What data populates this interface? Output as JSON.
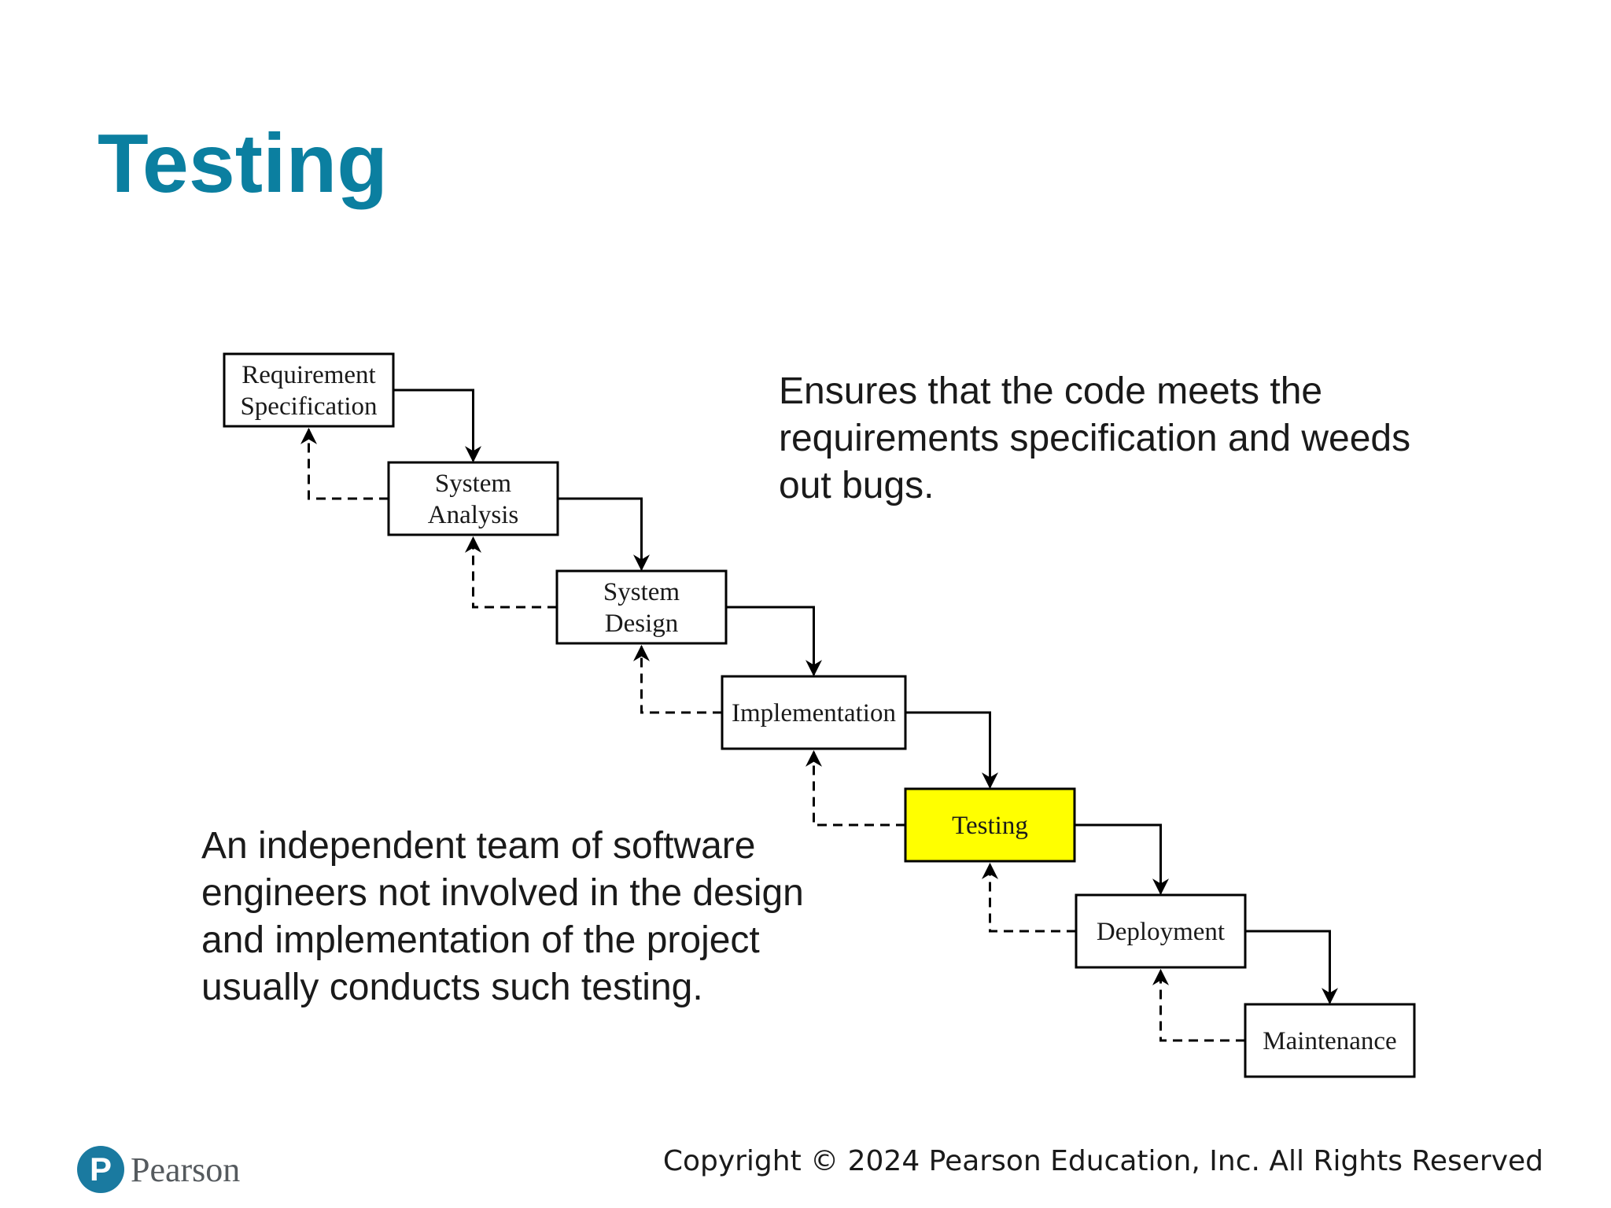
{
  "slide": {
    "title": "Testing",
    "description_lines": [
      "Ensures that the code meets the",
      "requirements specification and weeds",
      "out bugs."
    ],
    "team_note_lines": [
      "An independent team of software",
      "engineers not involved in the design",
      "and implementation of the project",
      "usually conducts such testing."
    ]
  },
  "diagram": {
    "stages": [
      {
        "id": "requirement",
        "lines": [
          "Requirement",
          "Specification"
        ]
      },
      {
        "id": "analysis",
        "lines": [
          "System",
          "Analysis"
        ]
      },
      {
        "id": "design",
        "lines": [
          "System",
          "Design"
        ]
      },
      {
        "id": "implementation",
        "lines": [
          "Implementation"
        ]
      },
      {
        "id": "testing",
        "lines": [
          "Testing"
        ],
        "highlighted": true
      },
      {
        "id": "deployment",
        "lines": [
          "Deployment"
        ]
      },
      {
        "id": "maintenance",
        "lines": [
          "Maintenance"
        ]
      }
    ],
    "highlight_color": "#ffff00",
    "flow": "forward arrows solid, feedback arrows dashed"
  },
  "footer": {
    "brand_name": "Pearson",
    "brand_icon": "pearson-p-logo-icon",
    "brand_color": "#1a7aa0",
    "copyright": "Copyright © 2024 Pearson Education, Inc. All Rights Reserved"
  },
  "colors": {
    "title": "#0b7fa0"
  }
}
